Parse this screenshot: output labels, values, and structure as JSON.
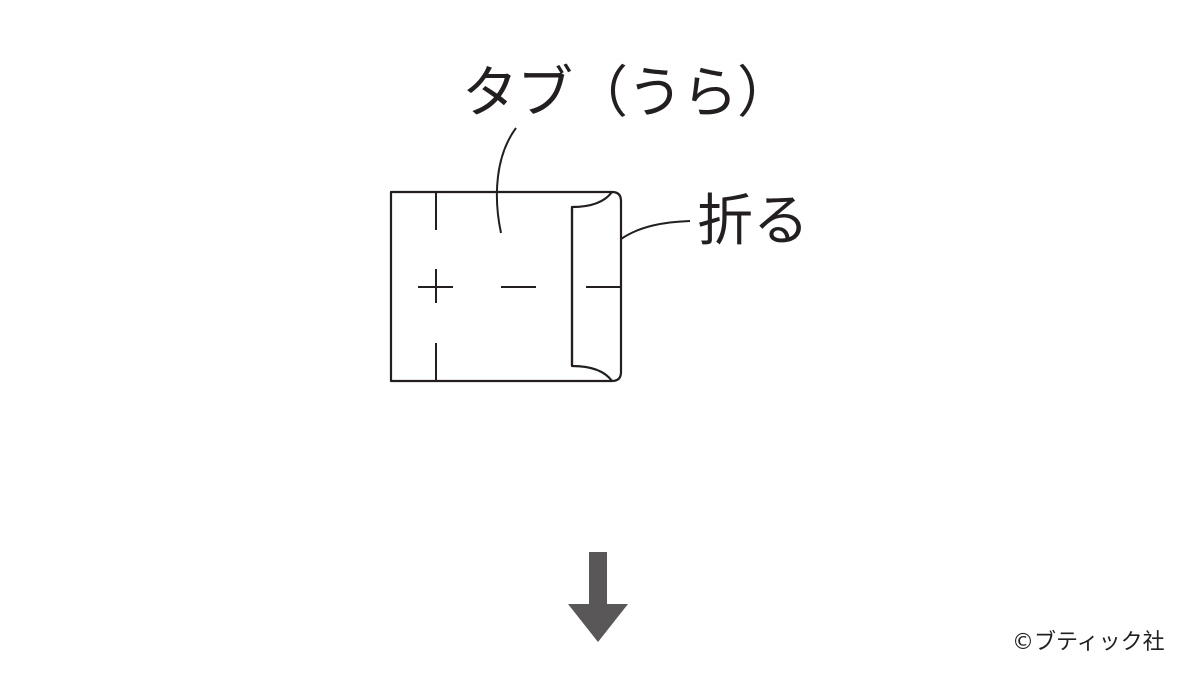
{
  "labels": {
    "tab_back": "タブ（うら）",
    "fold": "折る"
  },
  "credit": "©ブティック社",
  "colors": {
    "line": "#231f20",
    "arrow": "#595757",
    "background": "#ffffff"
  },
  "icons": {
    "arrow": "down-arrow-icon"
  }
}
